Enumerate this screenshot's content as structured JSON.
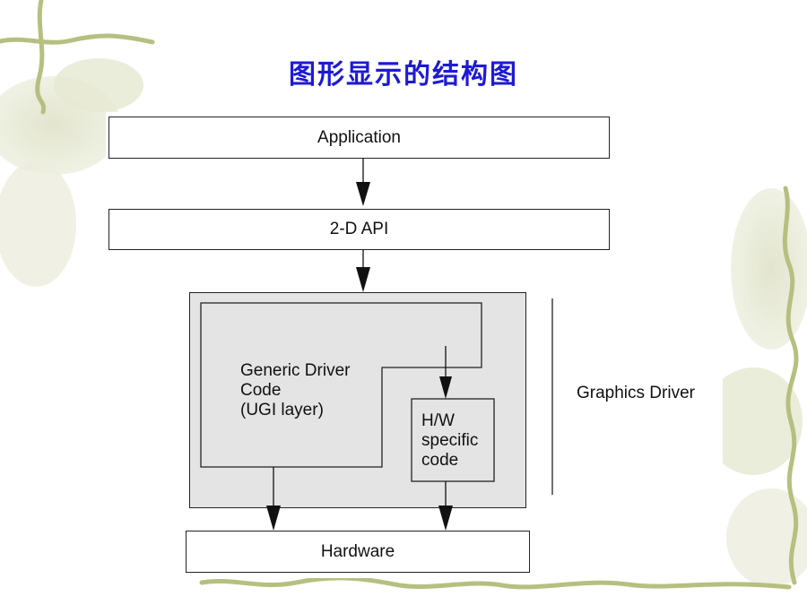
{
  "title": "图形显示的结构图",
  "boxes": {
    "application": "Application",
    "api": "2-D API",
    "generic_line1": "Generic Driver",
    "generic_line2": "Code",
    "generic_line3": "(UGI layer)",
    "hw_line1": "H/W",
    "hw_line2": "specific",
    "hw_line3": "code",
    "hardware": "Hardware"
  },
  "labels": {
    "graphics_driver": "Graphics Driver"
  },
  "colors": {
    "title": "#1d1ad6",
    "driver_fill": "#e4e4e4",
    "vine": "#b0b878"
  }
}
